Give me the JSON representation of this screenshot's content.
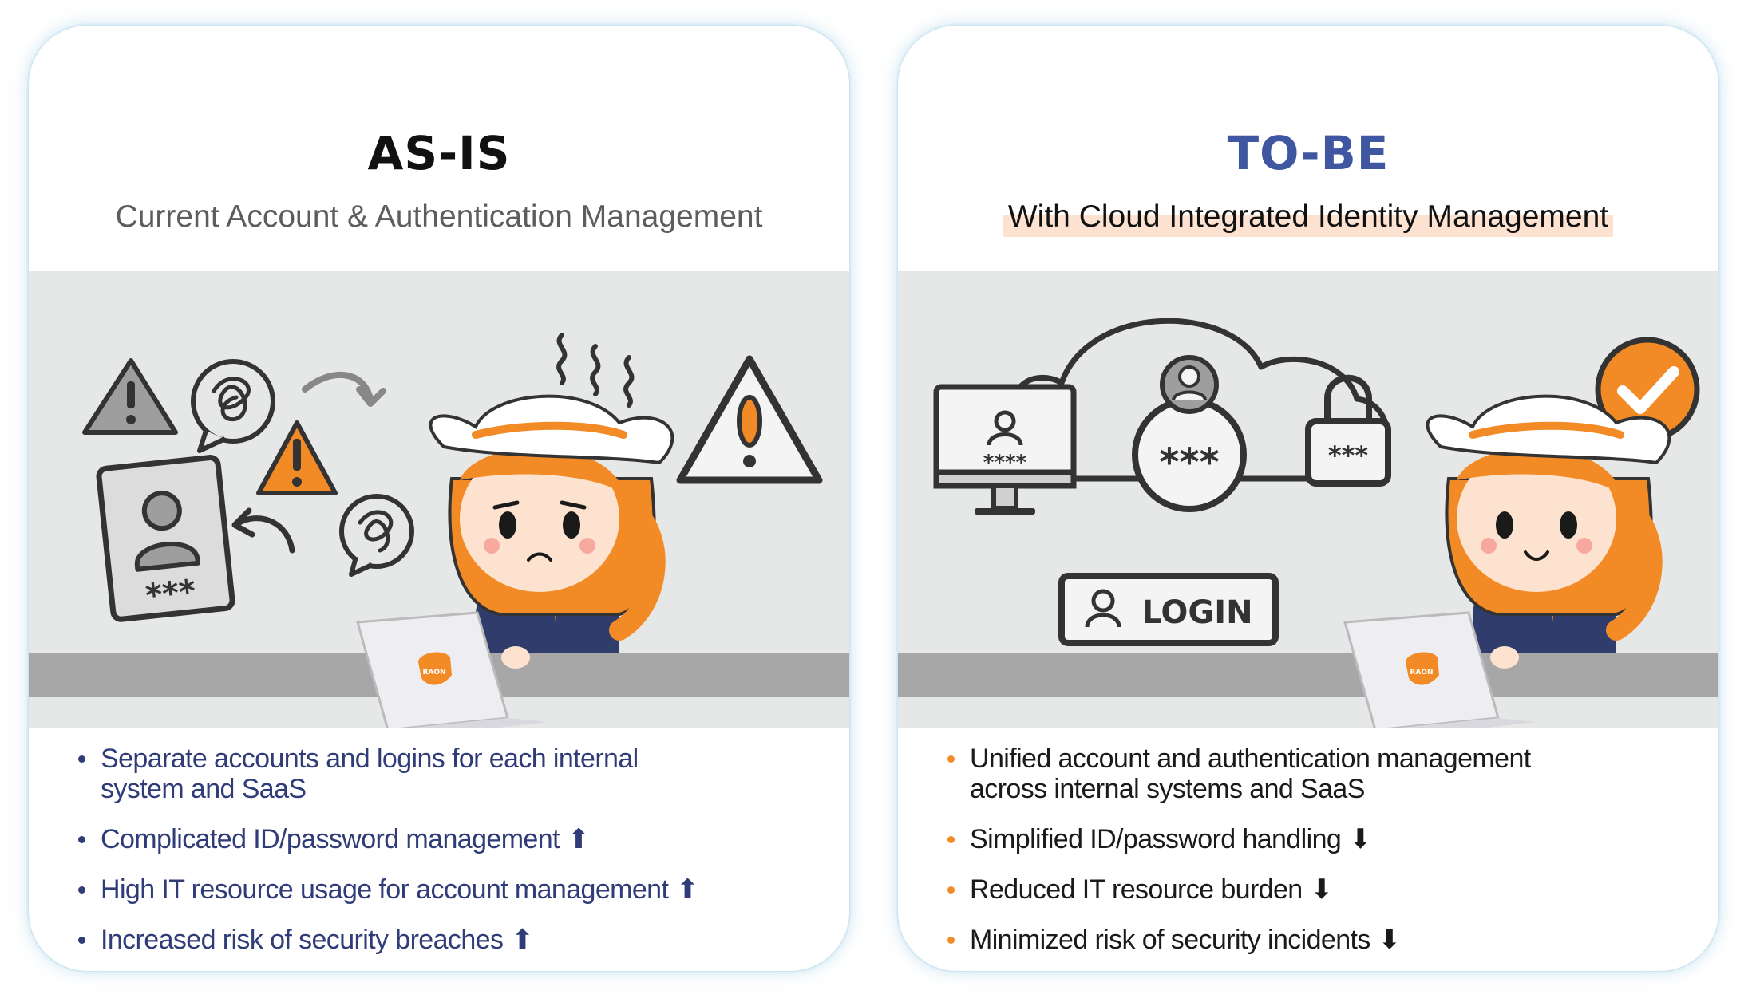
{
  "colors": {
    "accent_orange": "#f28a26",
    "tobe_blue": "#3e57a0",
    "asis_text": "#2f3c78",
    "scene_bg": "#e6e7e7",
    "desk_gray": "#a7a7a7",
    "highlight": "#fde2d1"
  },
  "asis": {
    "title": "AS-IS",
    "subtitle": "Current Account & Authentication Management",
    "login_card_password": "***",
    "bullets": [
      {
        "text": "Separate accounts and logins for each internal system and SaaS",
        "arrow": ""
      },
      {
        "text": "Complicated ID/password management",
        "arrow": "⬆"
      },
      {
        "text": "High IT resource usage for account management",
        "arrow": "⬆"
      },
      {
        "text": "Increased risk of security breaches",
        "arrow": "⬆"
      }
    ],
    "laptop_logo": "RAON"
  },
  "tobe": {
    "title": "TO-BE",
    "subtitle": "With Cloud Integrated Identity Management",
    "monitor_password": "****",
    "cloud_password": "***",
    "lock_password": "***",
    "login_label": "LOGIN",
    "bullets": [
      {
        "text": "Unified account and authentication management across internal systems and SaaS",
        "arrow": ""
      },
      {
        "text": "Simplified ID/password handling",
        "arrow": "⬇"
      },
      {
        "text": "Reduced IT resource burden",
        "arrow": "⬇"
      },
      {
        "text": "Minimized risk of security incidents",
        "arrow": "⬇"
      }
    ],
    "laptop_logo": "RAON"
  },
  "icons": {
    "asis": [
      "warning-icon",
      "chat-scribble-icon",
      "id-card-icon",
      "stress-squiggle-icon",
      "curved-arrow-icon"
    ],
    "tobe": [
      "monitor-icon",
      "cloud-icon",
      "user-icon",
      "lock-icon",
      "login-button-icon",
      "check-circle-icon"
    ]
  }
}
